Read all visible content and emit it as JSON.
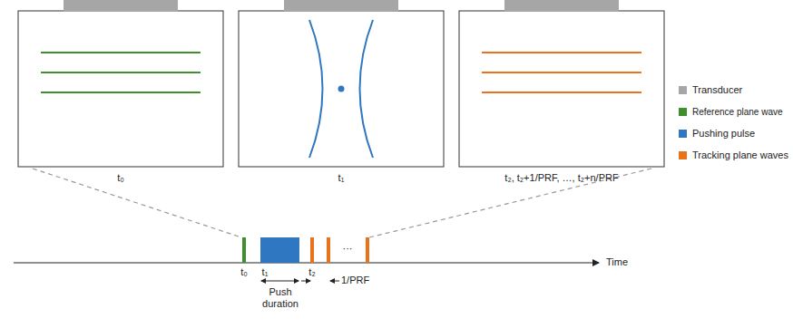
{
  "diagram": {
    "labels": [
      "t₀",
      "t₁",
      "t₂, t₂+1/PRF, …, t₂+n/PRF",
      "t₀",
      "t₁",
      "t₂",
      "Push duration",
      "1/PRF",
      "Time",
      "···"
    ],
    "legend": [
      {
        "text": "Transducer",
        "color": "#a6a6a6"
      },
      {
        "text": "Reference plane wave",
        "color": "#3f8f2f"
      },
      {
        "text": "Pushing pulse",
        "color": "#2f77c0"
      },
      {
        "text": "Tracking plane waves",
        "color": "#e8731a"
      }
    ]
  }
}
